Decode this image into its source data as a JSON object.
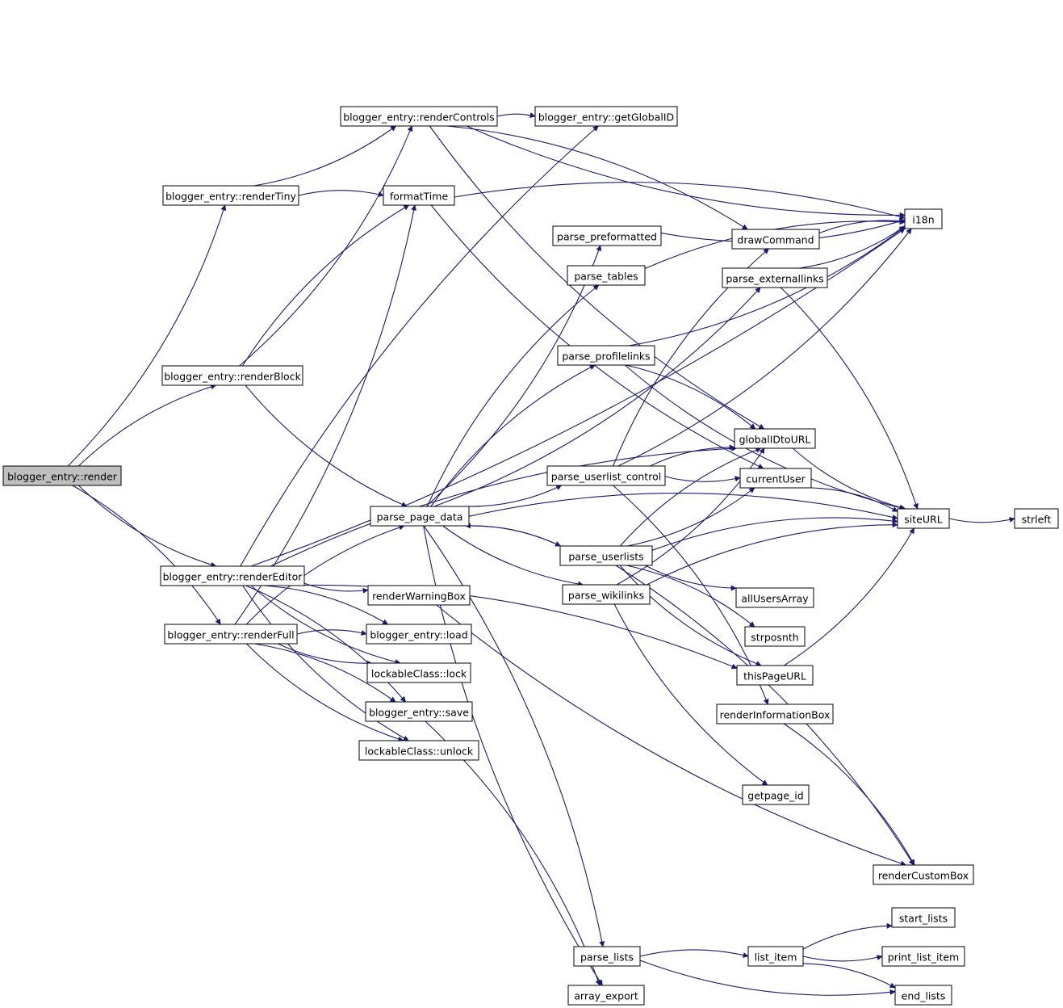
{
  "colors": {
    "edge": "#191970",
    "root_fill": "#bfbfbf",
    "node_fill": "#ffffff",
    "border": "#000000"
  },
  "nodes": [
    {
      "id": "render",
      "label": "blogger_entry::render",
      "root": true
    },
    {
      "id": "renderTiny",
      "label": "blogger_entry::renderTiny"
    },
    {
      "id": "renderBlock",
      "label": "blogger_entry::renderBlock"
    },
    {
      "id": "renderEditor",
      "label": "blogger_entry::renderEditor"
    },
    {
      "id": "renderFull",
      "label": "blogger_entry::renderFull"
    },
    {
      "id": "renderControls",
      "label": "blogger_entry::renderControls"
    },
    {
      "id": "getGlobalID",
      "label": "blogger_entry::getGlobalID"
    },
    {
      "id": "formatTime",
      "label": "formatTime"
    },
    {
      "id": "parse_page_data",
      "label": "parse_page_data"
    },
    {
      "id": "renderWarningBox",
      "label": "renderWarningBox"
    },
    {
      "id": "load",
      "label": "blogger_entry::load"
    },
    {
      "id": "lock",
      "label": "lockableClass::lock"
    },
    {
      "id": "save",
      "label": "blogger_entry::save"
    },
    {
      "id": "unlock",
      "label": "lockableClass::unlock"
    },
    {
      "id": "parse_preformatted",
      "label": "parse_preformatted"
    },
    {
      "id": "parse_tables",
      "label": "parse_tables"
    },
    {
      "id": "parse_profilelinks",
      "label": "parse_profilelinks"
    },
    {
      "id": "parse_userlist_control",
      "label": "parse_userlist_control"
    },
    {
      "id": "parse_userlists",
      "label": "parse_userlists"
    },
    {
      "id": "parse_wikilinks",
      "label": "parse_wikilinks"
    },
    {
      "id": "parse_lists",
      "label": "parse_lists"
    },
    {
      "id": "array_export",
      "label": "array_export"
    },
    {
      "id": "drawCommand",
      "label": "drawCommand"
    },
    {
      "id": "parse_externallinks",
      "label": "parse_externallinks"
    },
    {
      "id": "globalIDtoURL",
      "label": "globalIDtoURL"
    },
    {
      "id": "currentUser",
      "label": "currentUser"
    },
    {
      "id": "allUsersArray",
      "label": "allUsersArray"
    },
    {
      "id": "strposnth",
      "label": "strposnth"
    },
    {
      "id": "thisPageURL",
      "label": "thisPageURL"
    },
    {
      "id": "renderInformationBox",
      "label": "renderInformationBox"
    },
    {
      "id": "getpage_id",
      "label": "getpage_id"
    },
    {
      "id": "list_item",
      "label": "list_item"
    },
    {
      "id": "i18n",
      "label": "i18n"
    },
    {
      "id": "siteURL",
      "label": "siteURL"
    },
    {
      "id": "strleft",
      "label": "strleft"
    },
    {
      "id": "renderCustomBox",
      "label": "renderCustomBox"
    },
    {
      "id": "start_lists",
      "label": "start_lists"
    },
    {
      "id": "print_list_item",
      "label": "print_list_item"
    },
    {
      "id": "end_lists",
      "label": "end_lists"
    }
  ],
  "edges": [
    [
      "render",
      "renderTiny"
    ],
    [
      "render",
      "renderBlock"
    ],
    [
      "render",
      "renderEditor"
    ],
    [
      "render",
      "renderFull"
    ],
    [
      "renderTiny",
      "renderControls"
    ],
    [
      "renderTiny",
      "formatTime"
    ],
    [
      "renderBlock",
      "renderControls"
    ],
    [
      "renderBlock",
      "formatTime"
    ],
    [
      "renderBlock",
      "parse_page_data"
    ],
    [
      "renderControls",
      "getGlobalID"
    ],
    [
      "renderControls",
      "i18n"
    ],
    [
      "renderControls",
      "drawCommand"
    ],
    [
      "renderControls",
      "globalIDtoURL"
    ],
    [
      "formatTime",
      "i18n"
    ],
    [
      "formatTime",
      "currentUser"
    ],
    [
      "renderEditor",
      "getGlobalID"
    ],
    [
      "renderEditor",
      "i18n"
    ],
    [
      "renderEditor",
      "globalIDtoURL"
    ],
    [
      "renderEditor",
      "renderWarningBox"
    ],
    [
      "renderEditor",
      "load"
    ],
    [
      "renderEditor",
      "lock"
    ],
    [
      "renderEditor",
      "save"
    ],
    [
      "renderEditor",
      "unlock"
    ],
    [
      "renderEditor",
      "thisPageURL"
    ],
    [
      "renderFull",
      "formatTime"
    ],
    [
      "renderFull",
      "load"
    ],
    [
      "renderFull",
      "lock"
    ],
    [
      "renderFull",
      "save"
    ],
    [
      "renderFull",
      "unlock"
    ],
    [
      "renderFull",
      "parse_page_data"
    ],
    [
      "parse_page_data",
      "parse_preformatted"
    ],
    [
      "parse_page_data",
      "parse_tables"
    ],
    [
      "parse_page_data",
      "parse_externallinks"
    ],
    [
      "parse_page_data",
      "parse_profilelinks"
    ],
    [
      "parse_page_data",
      "parse_userlist_control"
    ],
    [
      "parse_page_data",
      "parse_userlists"
    ],
    [
      "parse_page_data",
      "parse_wikilinks"
    ],
    [
      "parse_page_data",
      "parse_lists"
    ],
    [
      "parse_page_data",
      "array_export"
    ],
    [
      "parse_page_data",
      "siteURL"
    ],
    [
      "parse_preformatted",
      "i18n"
    ],
    [
      "parse_tables",
      "i18n"
    ],
    [
      "parse_profilelinks",
      "i18n"
    ],
    [
      "parse_profilelinks",
      "globalIDtoURL"
    ],
    [
      "parse_profilelinks",
      "siteURL"
    ],
    [
      "parse_userlist_control",
      "drawCommand"
    ],
    [
      "parse_userlist_control",
      "i18n"
    ],
    [
      "parse_userlist_control",
      "globalIDtoURL"
    ],
    [
      "parse_userlist_control",
      "currentUser"
    ],
    [
      "parse_userlist_control",
      "renderInformationBox"
    ],
    [
      "parse_userlists",
      "parse_page_data"
    ],
    [
      "parse_userlists",
      "globalIDtoURL"
    ],
    [
      "parse_userlists",
      "currentUser"
    ],
    [
      "parse_userlists",
      "siteURL"
    ],
    [
      "parse_userlists",
      "allUsersArray"
    ],
    [
      "parse_userlists",
      "strposnth"
    ],
    [
      "parse_userlists",
      "thisPageURL"
    ],
    [
      "parse_userlists",
      "renderCustomBox"
    ],
    [
      "parse_wikilinks",
      "globalIDtoURL"
    ],
    [
      "parse_wikilinks",
      "siteURL"
    ],
    [
      "parse_wikilinks",
      "getpage_id"
    ],
    [
      "drawCommand",
      "i18n"
    ],
    [
      "parse_externallinks",
      "i18n"
    ],
    [
      "parse_externallinks",
      "siteURL"
    ],
    [
      "globalIDtoURL",
      "siteURL"
    ],
    [
      "currentUser",
      "siteURL"
    ],
    [
      "thisPageURL",
      "siteURL"
    ],
    [
      "renderInformationBox",
      "renderCustomBox"
    ],
    [
      "renderWarningBox",
      "renderCustomBox"
    ],
    [
      "save",
      "array_export"
    ],
    [
      "siteURL",
      "strleft"
    ],
    [
      "parse_lists",
      "list_item"
    ],
    [
      "parse_lists",
      "end_lists"
    ],
    [
      "list_item",
      "start_lists"
    ],
    [
      "list_item",
      "print_list_item"
    ],
    [
      "list_item",
      "end_lists"
    ]
  ]
}
